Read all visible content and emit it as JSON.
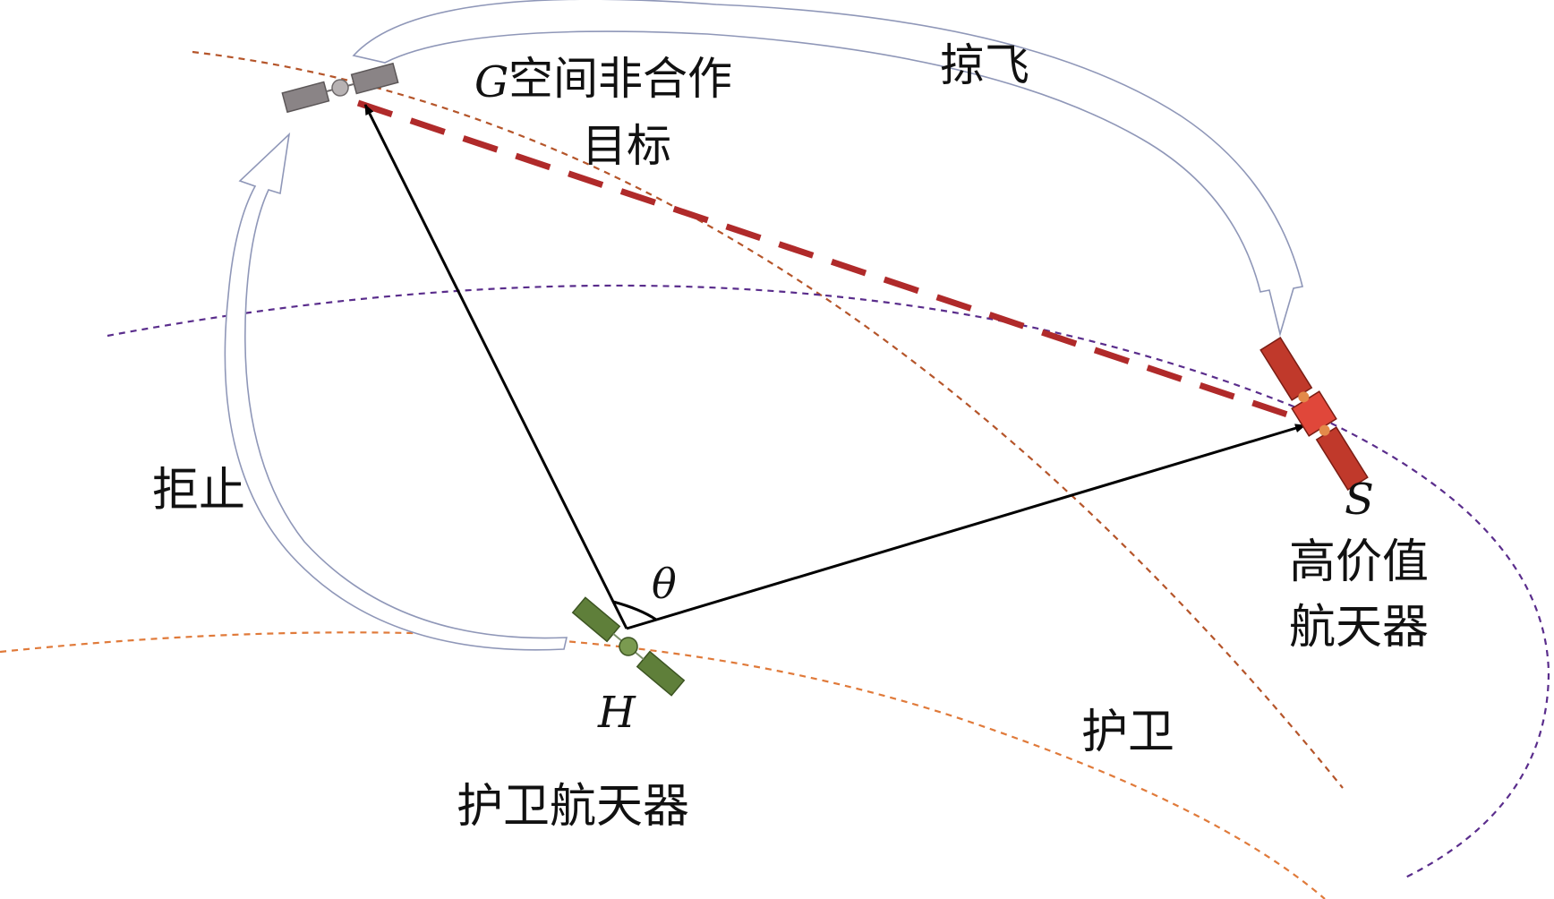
{
  "labels": {
    "target_letter": "G",
    "target_line1": "空间非合作",
    "target_line2": "目标",
    "flyby": "掠飞",
    "deny": "拒止",
    "angle": "θ",
    "high_value_letter": "S",
    "high_value_line1": "高价值",
    "high_value_line2": "航天器",
    "escort_letter": "H",
    "escort_name": "护卫航天器",
    "escort_action": "护卫"
  },
  "colors": {
    "orbit_target": "#b5552a",
    "orbit_escort": "#e07a3a",
    "orbit_high_value": "#5a2d8c",
    "sight_line": "#b02a2a",
    "vector": "#000000",
    "sat_target": "#8a8486",
    "sat_high_value": "#c0392b",
    "sat_escort": "#5f7f3a",
    "maneuver_outline": "#8f97b8"
  },
  "icons": {
    "target": "satellite-icon",
    "high_value": "satellite-icon",
    "escort": "satellite-icon"
  }
}
